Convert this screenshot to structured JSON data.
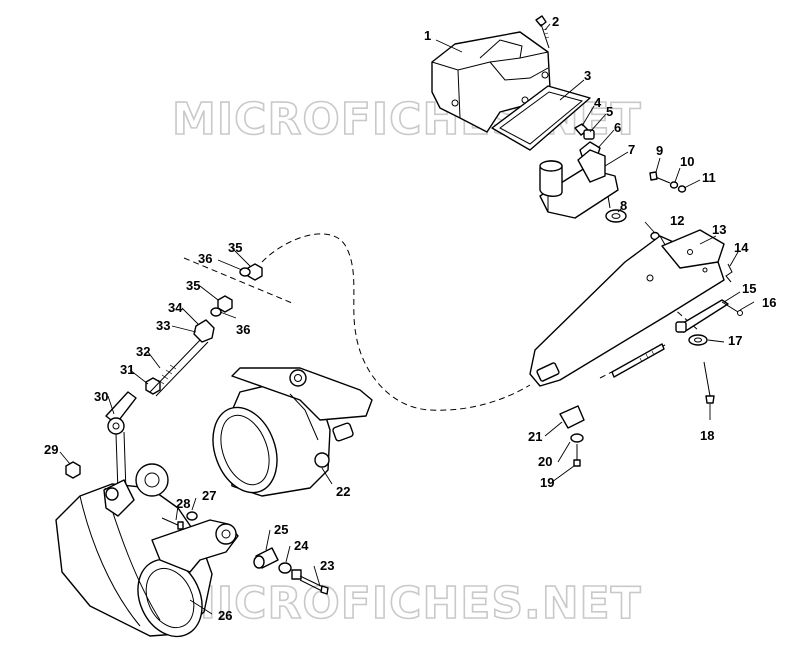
{
  "watermark": "MICROFICHES.NET",
  "callouts": [
    {
      "id": "c1",
      "text": "1"
    },
    {
      "id": "c2",
      "text": "2"
    },
    {
      "id": "c3",
      "text": "3"
    },
    {
      "id": "c4",
      "text": "4"
    },
    {
      "id": "c5",
      "text": "5"
    },
    {
      "id": "c6",
      "text": "6"
    },
    {
      "id": "c7",
      "text": "7"
    },
    {
      "id": "c8",
      "text": "8"
    },
    {
      "id": "c9",
      "text": "9"
    },
    {
      "id": "c10",
      "text": "10"
    },
    {
      "id": "c11",
      "text": "11"
    },
    {
      "id": "c12",
      "text": "12"
    },
    {
      "id": "c13",
      "text": "13"
    },
    {
      "id": "c14",
      "text": "14"
    },
    {
      "id": "c15",
      "text": "15"
    },
    {
      "id": "c16",
      "text": "16"
    },
    {
      "id": "c17",
      "text": "17"
    },
    {
      "id": "c18",
      "text": "18"
    },
    {
      "id": "c19",
      "text": "19"
    },
    {
      "id": "c20",
      "text": "20"
    },
    {
      "id": "c21",
      "text": "21"
    },
    {
      "id": "c22",
      "text": "22"
    },
    {
      "id": "c23",
      "text": "23"
    },
    {
      "id": "c24",
      "text": "24"
    },
    {
      "id": "c25",
      "text": "25"
    },
    {
      "id": "c26",
      "text": "26"
    },
    {
      "id": "c27",
      "text": "27"
    },
    {
      "id": "c28",
      "text": "28"
    },
    {
      "id": "c29",
      "text": "29"
    },
    {
      "id": "c30",
      "text": "30"
    },
    {
      "id": "c31",
      "text": "31"
    },
    {
      "id": "c32",
      "text": "32"
    },
    {
      "id": "c33",
      "text": "33"
    },
    {
      "id": "c34",
      "text": "34"
    },
    {
      "id": "c35a",
      "text": "35"
    },
    {
      "id": "c35b",
      "text": "35"
    },
    {
      "id": "c36a",
      "text": "36"
    },
    {
      "id": "c36b",
      "text": "36"
    }
  ]
}
